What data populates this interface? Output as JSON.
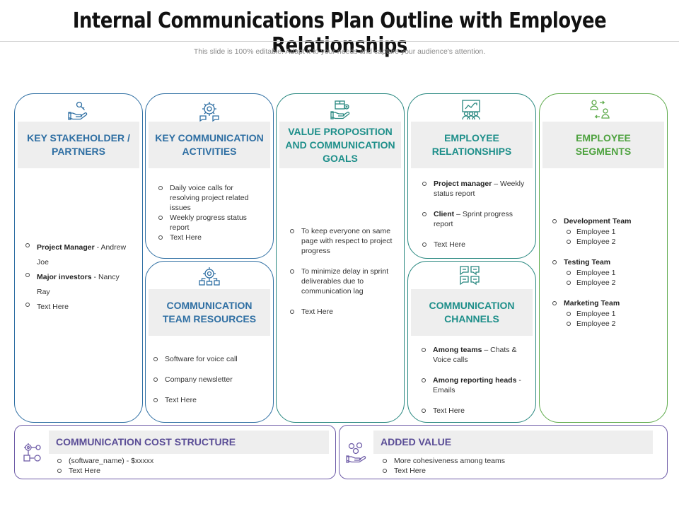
{
  "title": "Internal Communications Plan Outline with Employee Relationships",
  "subtitle": "This slide is 100% editable. Adapt it to your needs and capture your audience's attention.",
  "stakeholders": {
    "header": "KEY STAKEHOLDER / PARTNERS",
    "items": [
      {
        "bold": "Project Manager",
        "text": " - Andrew Joe"
      },
      {
        "bold": "Major investors",
        "text": " - Nancy Ray"
      },
      {
        "bold": "",
        "text": "Text Here"
      }
    ]
  },
  "activities": {
    "header": "KEY COMMUNICATION ACTIVITIES",
    "items": [
      "Daily voice calls for resolving project related issues",
      "Weekly progress status report",
      "Text Here"
    ]
  },
  "team_resources": {
    "header": "COMMUNICATION TEAM RESOURCES",
    "items": [
      "Software for voice call",
      "Company newsletter",
      "Text Here"
    ]
  },
  "value_prop": {
    "header": "VALUE PROPOSITION AND COMMUNICATION GOALS",
    "items": [
      "To keep everyone on same page with respect to project progress",
      "To minimize delay in sprint deliverables due to communication lag",
      "Text Here"
    ]
  },
  "relationships": {
    "header": "EMPLOYEE RELATIONSHIPS",
    "items": [
      {
        "bold": "Project manager",
        "text": " – Weekly status report"
      },
      {
        "bold": "Client",
        "text": " – Sprint progress report"
      },
      {
        "bold": "",
        "text": "Text Here"
      }
    ]
  },
  "channels": {
    "header": "COMMUNICATION CHANNELS",
    "items": [
      {
        "bold": "Among teams",
        "text": " – Chats & Voice calls"
      },
      {
        "bold": "Among reporting heads",
        "text": " - Emails"
      },
      {
        "bold": "",
        "text": "Text Here"
      }
    ]
  },
  "segments": {
    "header": "EMPLOYEE SEGMENTS",
    "groups": [
      {
        "name": "Development Team",
        "members": [
          "Employee 1",
          "Employee 2"
        ]
      },
      {
        "name": "Testing Team",
        "members": [
          "Employee 1",
          "Employee 2"
        ]
      },
      {
        "name": "Marketing Team",
        "members": [
          "Employee 1",
          "Employee 2"
        ]
      }
    ]
  },
  "cost": {
    "header": "COMMUNICATION COST STRUCTURE",
    "items": [
      "(software_name) - $xxxxx",
      "Text Here"
    ]
  },
  "added_value": {
    "header": "ADDED VALUE",
    "items": [
      "More cohesiveness among teams",
      "Text Here"
    ]
  },
  "icons": {
    "stakeholders": "hand-key-icon",
    "activities": "gear-chat-icon",
    "value_prop": "hand-box-icon",
    "relationships": "team-board-icon",
    "team_resources": "network-gear-icon",
    "channels": "chat-bubbles-icon",
    "segments": "people-exchange-icon",
    "cost": "gear-flow-icon",
    "added_value": "hand-coins-icon"
  },
  "colors": {
    "blue": "#2f6fa3",
    "teal": "#1e8f8a",
    "green": "#4ea23f",
    "purple": "#5a4d96"
  }
}
